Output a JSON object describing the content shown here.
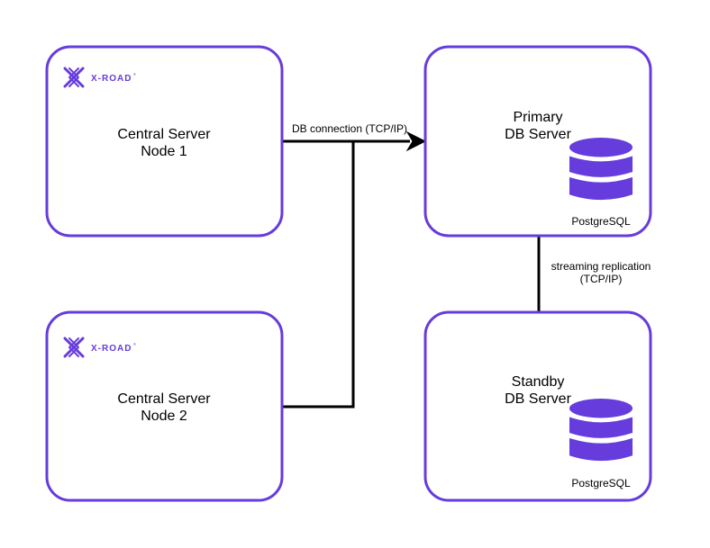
{
  "colors": {
    "accent": "#663cdc",
    "line": "#000000",
    "background": "#ffffff"
  },
  "nodes": {
    "cs1": {
      "line1": "Central Server",
      "line2": "Node 1",
      "logo": {
        "icon": "x-road-logo-icon",
        "text": "X-ROAD",
        "tm": "®"
      }
    },
    "cs2": {
      "line1": "Central Server",
      "line2": "Node 2",
      "logo": {
        "icon": "x-road-logo-icon",
        "text": "X-ROAD",
        "tm": "®"
      }
    },
    "primary": {
      "line1": "Primary",
      "line2": "DB Server",
      "db_icon": "database-icon",
      "db_label": "PostgreSQL"
    },
    "standby": {
      "line1": "Standby",
      "line2": "DB Server",
      "db_icon": "database-icon",
      "db_label": "PostgreSQL"
    }
  },
  "edges": {
    "db_connection": {
      "label": "DB connection (TCP/IP)"
    },
    "replication": {
      "label_line1": "streaming replication",
      "label_line2": "(TCP/IP)"
    }
  }
}
